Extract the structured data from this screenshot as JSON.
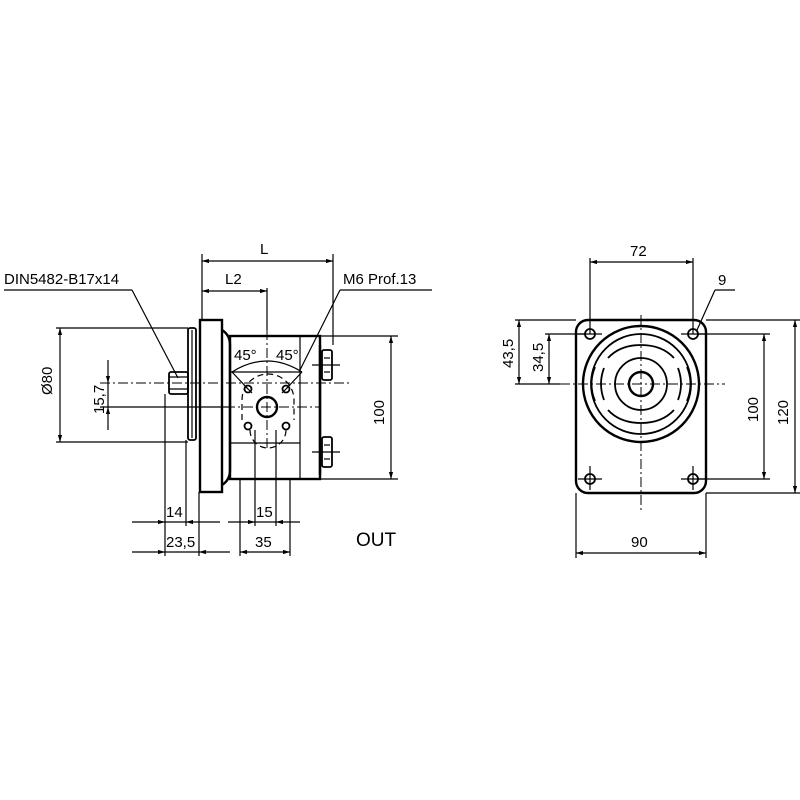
{
  "drawing": {
    "title": "Hydraulic gear pump dimensional drawing",
    "line_color": "#000000",
    "background": "#ffffff"
  },
  "side_view": {
    "labels": {
      "shaft_spec": "DIN5482-B17x14",
      "port_thread": "M6 Prof.13",
      "port_name": "OUT"
    },
    "dimensions": {
      "overall_length": "L",
      "port_position": "L2",
      "pilot_diameter": "Ø80",
      "shaft_offset": "15,7",
      "body_height": "100",
      "shaft_length": "14",
      "flange_to_shaft": "23,5",
      "port_spacing_inner": "15",
      "port_spacing_outer": "35",
      "angle_left": "45°",
      "angle_right": "45°"
    }
  },
  "front_view": {
    "dimensions": {
      "bolt_spacing_horizontal": "72",
      "bolt_hole_diameter": "9",
      "top_to_center": "43,5",
      "bolt_to_center": "34,5",
      "bolt_spacing_vertical": "100",
      "flange_height": "120",
      "flange_width": "90"
    }
  }
}
